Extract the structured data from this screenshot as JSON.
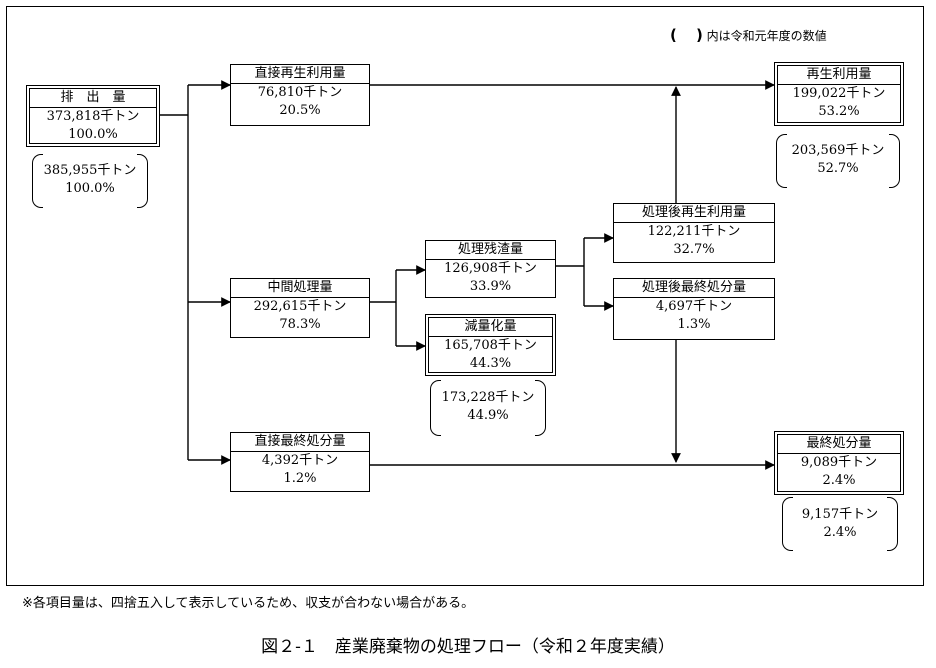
{
  "legend": {
    "open": "(",
    "close": ")",
    "text": "内は令和元年度の数値"
  },
  "boxes": {
    "emission": {
      "title": "排　出　量",
      "amount": "373,818千トン",
      "pct": "100.0%"
    },
    "direct_recycle": {
      "title": "直接再生利用量",
      "amount": "76,810千トン",
      "pct": "20.5%"
    },
    "intermediate": {
      "title": "中間処理量",
      "amount": "292,615千トン",
      "pct": "78.3%"
    },
    "direct_final": {
      "title": "直接最終処分量",
      "amount": "4,392千トン",
      "pct": "1.2%"
    },
    "residue": {
      "title": "処理残渣量",
      "amount": "126,908千トン",
      "pct": "33.9%"
    },
    "reduction": {
      "title": "減量化量",
      "amount": "165,708千トン",
      "pct": "44.3%"
    },
    "post_recycle": {
      "title": "処理後再生利用量",
      "amount": "122,211千トン",
      "pct": "32.7%"
    },
    "post_final": {
      "title": "処理後最終処分量",
      "amount": "4,697千トン",
      "pct": "1.3%"
    },
    "recycle": {
      "title": "再生利用量",
      "amount": "199,022千トン",
      "pct": "53.2%"
    },
    "final": {
      "title": "最終処分量",
      "amount": "9,089千トン",
      "pct": "2.4%"
    }
  },
  "previous": {
    "emission": {
      "amount": "385,955千トン",
      "pct": "100.0%"
    },
    "recycle": {
      "amount": "203,569千トン",
      "pct": "52.7%"
    },
    "reduction": {
      "amount": "173,228千トン",
      "pct": "44.9%"
    },
    "final": {
      "amount": "9,157千トン",
      "pct": "2.4%"
    }
  },
  "note": "※各項目量は、四捨五入して表示しているため、収支が合わない場合がある。",
  "caption": "図２-１　産業廃棄物の処理フロー（令和２年度実績）"
}
